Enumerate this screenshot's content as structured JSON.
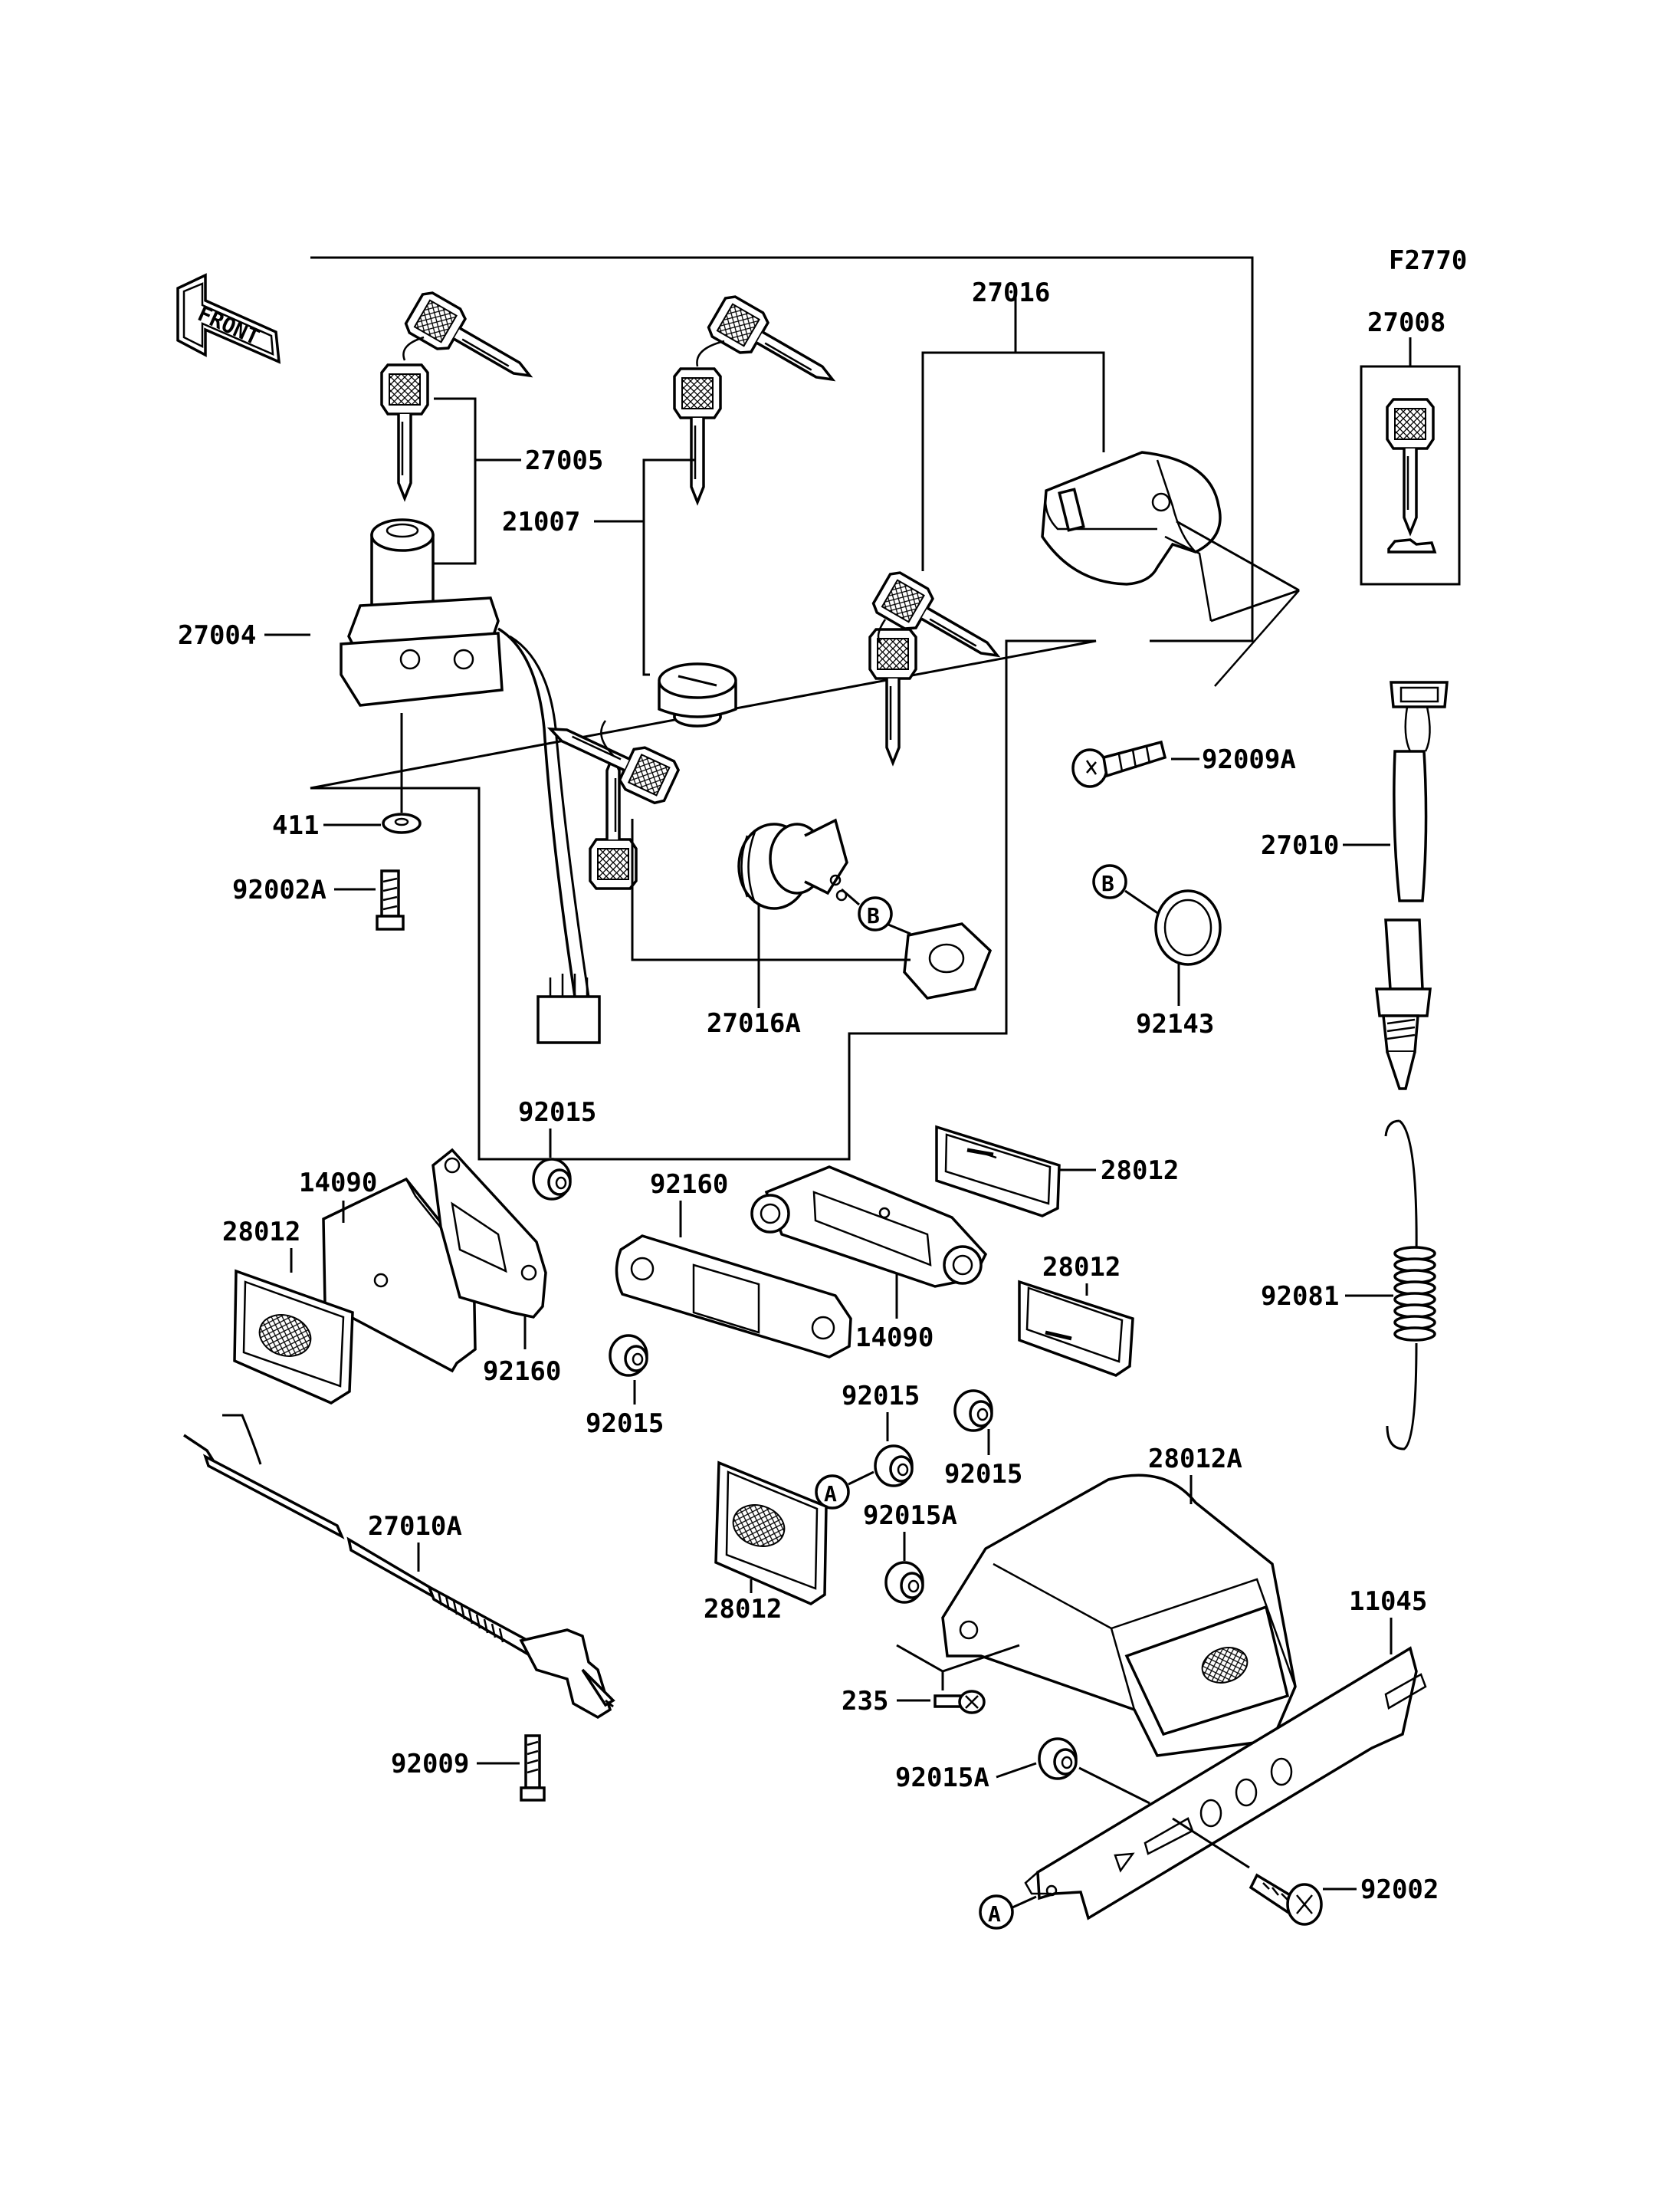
{
  "figure_id": "F2770",
  "front_badge": "FRONT",
  "callouts": {
    "a": "A",
    "b": "B"
  },
  "parts": {
    "p27016": "27016",
    "p27008": "27008",
    "p27005": "27005",
    "p21007": "21007",
    "p27004": "27004",
    "p92009A": "92009A",
    "p27010": "27010",
    "p411": "411",
    "p92002A": "92002A",
    "p92143": "92143",
    "p27016A": "27016A",
    "p92015_a": "92015",
    "p14090_a": "14090",
    "p92160_a": "92160",
    "p28012_a": "28012",
    "p28012_b": "28012",
    "p92160_b": "92160",
    "p92015_b": "92015",
    "p14090_b": "14090",
    "p28012_c": "28012",
    "p92081": "92081",
    "p92015_c": "92015",
    "p92015_d": "92015",
    "p28012A": "28012A",
    "p27010A": "27010A",
    "p92015A_a": "92015A",
    "p28012_d": "28012",
    "p11045": "11045",
    "p235": "235",
    "p92009": "92009",
    "p92015A_b": "92015A",
    "p92002": "92002"
  }
}
